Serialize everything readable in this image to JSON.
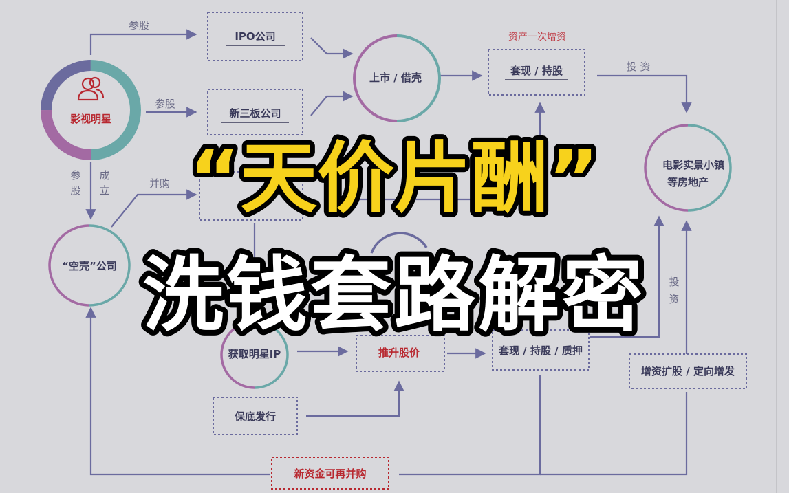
{
  "nodes": {
    "star": "影视明星",
    "ipo": "IPO公司",
    "xinsanban": "新三板公司",
    "listing": "上市 / 借壳",
    "cashout1": "套现 / 持股",
    "cashout1_note": "资产一次增资",
    "realestate_line1": "电影实景小镇",
    "realestate_line2": "等房地产",
    "shell": "“空壳”公司",
    "acquire_ip": "获取明星IP",
    "push_price": "推升股价",
    "cashout2": "套现 / 持股 / 质押",
    "capital_increase": "增资扩股 / 定向增发",
    "guarantee": "保底发行",
    "new_funds": "新资金可再并购"
  },
  "edge_labels": {
    "join1": "参股",
    "join2": "参股",
    "join3_a": "参",
    "join3_b": "股",
    "establish_a": "成",
    "establish_b": "立",
    "merge": "并购",
    "invest1": "投 资",
    "invest2_a": "投",
    "invest2_b": "资"
  },
  "headline": {
    "line1": "“天价片酬”",
    "line2": "洗钱套路解密"
  },
  "colors": {
    "background": "#d8d8dc",
    "arrow": "#6b6b9e",
    "ring_blue": "#6b6b9e",
    "ring_teal": "#6aa8a8",
    "ring_purple": "#a36aa3",
    "title_yellow": "#f7d21c",
    "title_white": "#ffffff",
    "title_outline": "#000000",
    "accent_red": "#b82830"
  }
}
